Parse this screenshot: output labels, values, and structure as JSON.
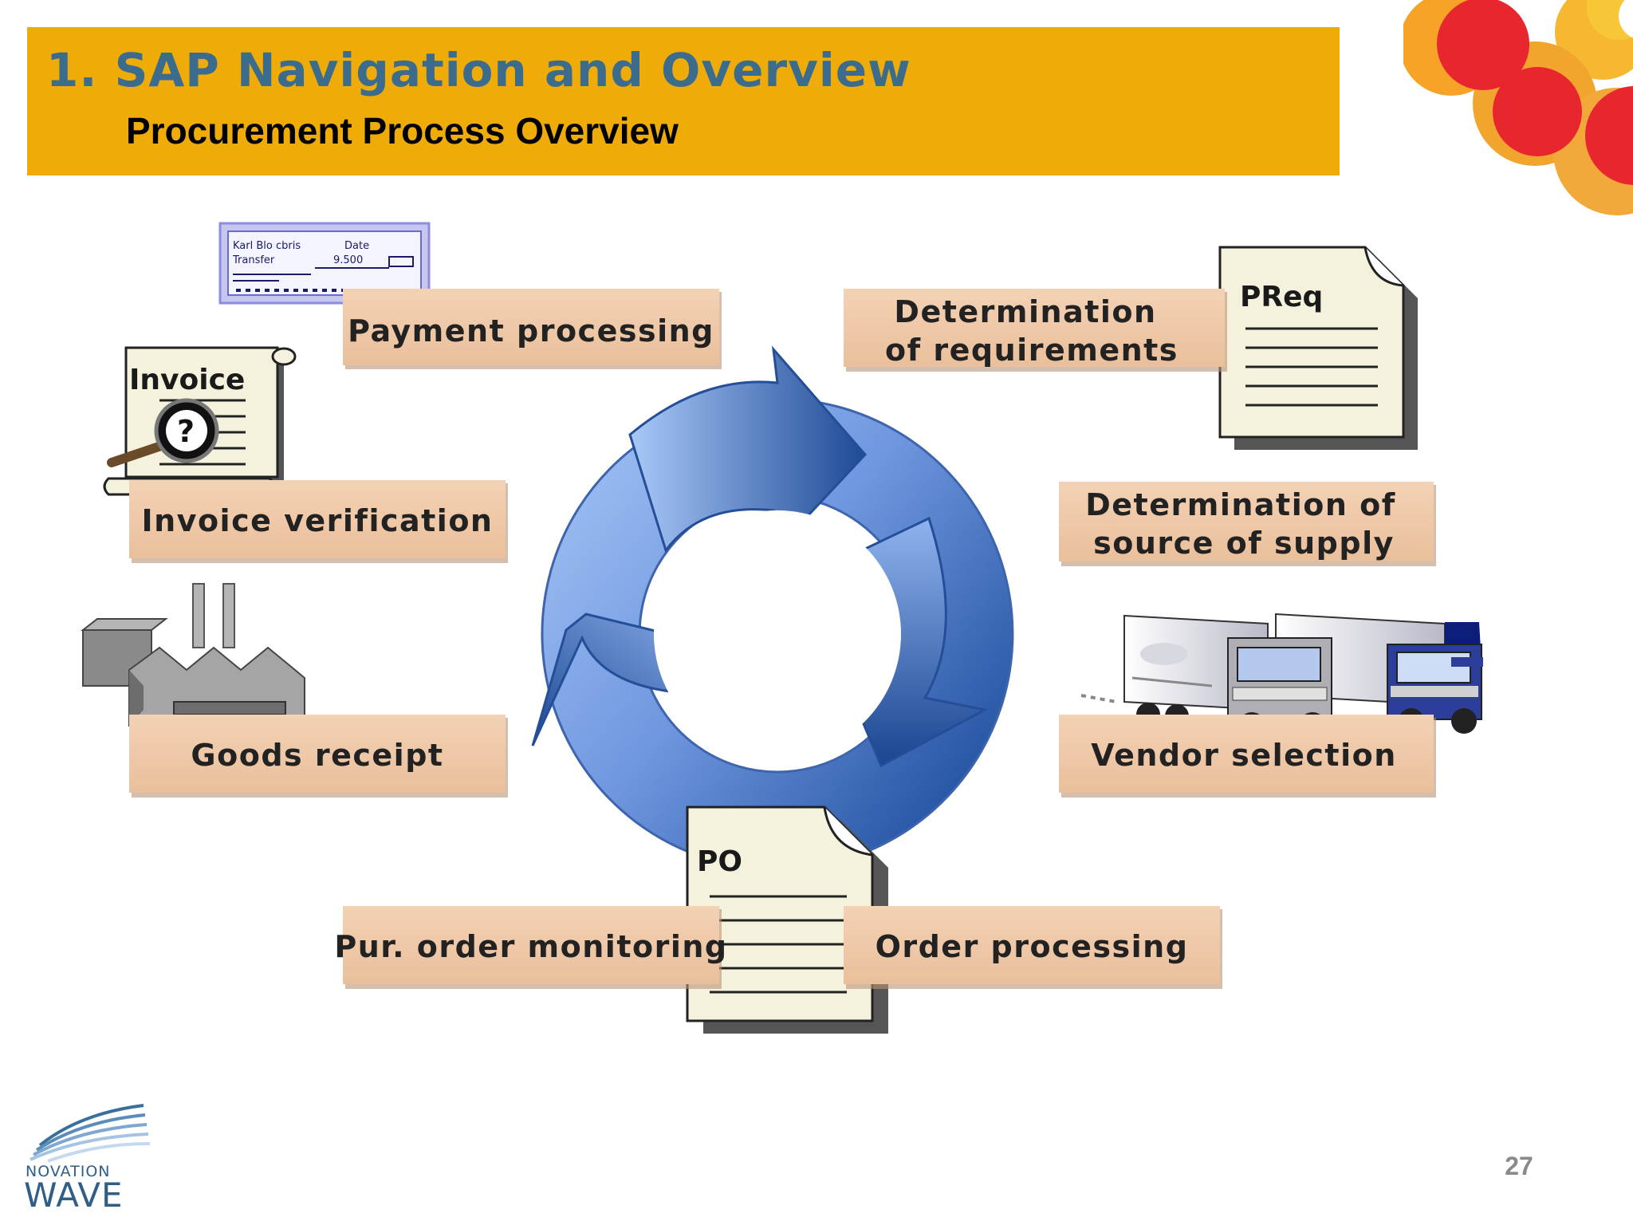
{
  "header": {
    "title": "1. SAP Navigation and Overview",
    "subtitle": "Procurement Process Overview"
  },
  "diagram": {
    "steps": {
      "determination_of_requirements": [
        "Determination",
        "of requirements"
      ],
      "determination_of_source": [
        "Determination of",
        "source of supply"
      ],
      "vendor_selection": "Vendor selection",
      "order_processing": "Order processing",
      "purchase_order_monitoring": "Pur. order monitoring",
      "goods_receipt": "Goods receipt",
      "invoice_verification": "Invoice verification",
      "payment_processing": "Payment processing"
    },
    "documents": {
      "purchase_requisition": "PReq",
      "purchase_order": "PO",
      "invoice": "Invoice",
      "invoice_query_mark": "?"
    },
    "cheque": {
      "payee_line": "Karl Blo cbris",
      "date_label": "Date",
      "transfer_label": "Transfer",
      "amount": "9.500"
    },
    "icons": {
      "cycle": "circular-arrows-icon",
      "factory": "factory-icon",
      "trucks": "delivery-trucks-icon",
      "cheque": "cheque-icon",
      "invoice": "invoice-scroll-icon",
      "magnifier": "magnifier-icon"
    },
    "colors": {
      "label_box": "#f0c8a6",
      "cycle_light": "#9ec0f6",
      "cycle_dark": "#1f4f9e",
      "document_paper": "#f4f1dc"
    }
  },
  "branding": {
    "logo_line1": "NOVATION",
    "logo_line2": "WAVE",
    "accent_color": "#efac09",
    "title_color": "#3b6b8d"
  },
  "page_number": "27"
}
